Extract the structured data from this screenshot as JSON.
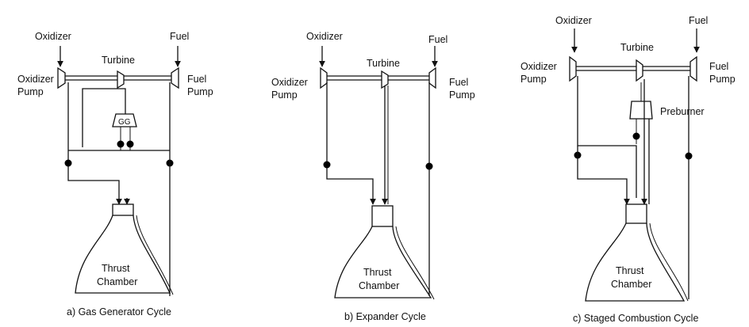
{
  "panels": [
    {
      "id": "gas-generator",
      "labels": {
        "oxidizer": "Oxidizer",
        "fuel": "Fuel",
        "turbine": "Turbine",
        "oxidizer_pump": [
          "Oxidizer",
          "Pump"
        ],
        "fuel_pump": [
          "Fuel",
          "Pump"
        ],
        "gg": "GG",
        "thrust_chamber": [
          "Thrust",
          "Chamber"
        ],
        "caption": "a) Gas Generator Cycle"
      }
    },
    {
      "id": "expander",
      "labels": {
        "oxidizer": "Oxidizer",
        "fuel": "Fuel",
        "turbine": "Turbine",
        "oxidizer_pump": [
          "Oxidizer",
          "Pump"
        ],
        "fuel_pump": [
          "Fuel",
          "Pump"
        ],
        "thrust_chamber": [
          "Thrust",
          "Chamber"
        ],
        "caption": "b) Expander Cycle"
      }
    },
    {
      "id": "staged-combustion",
      "labels": {
        "oxidizer": "Oxidizer",
        "fuel": "Fuel",
        "turbine": "Turbine",
        "oxidizer_pump": [
          "Oxidizer",
          "Pump"
        ],
        "fuel_pump": [
          "Fuel",
          "Pump"
        ],
        "preburner": "Preburner",
        "thrust_chamber": [
          "Thrust",
          "Chamber"
        ],
        "caption": "c) Staged Combustion Cycle"
      }
    }
  ]
}
